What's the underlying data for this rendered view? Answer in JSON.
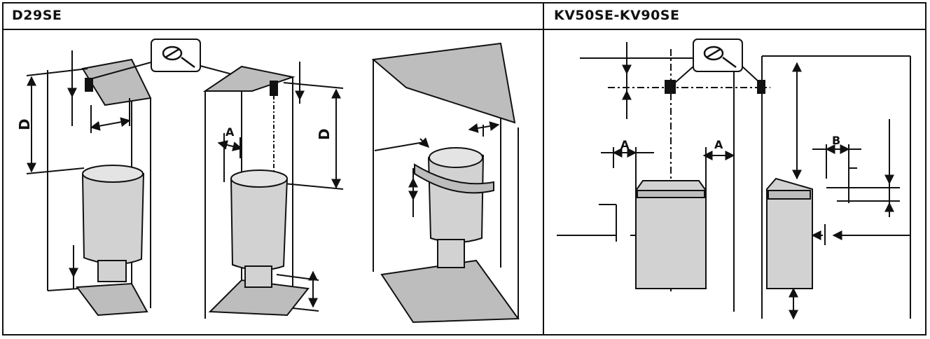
{
  "headers": {
    "left": "D29SE",
    "right": "KV50SE-KV90SE"
  },
  "labels": {
    "d": "D",
    "a": "A",
    "b": "B"
  },
  "colors": {
    "line": "#111111",
    "shade": "#bdbdbd",
    "heater": "#d2d2d2",
    "background": "#ffffff"
  },
  "icons": [
    "sensor-icon"
  ]
}
